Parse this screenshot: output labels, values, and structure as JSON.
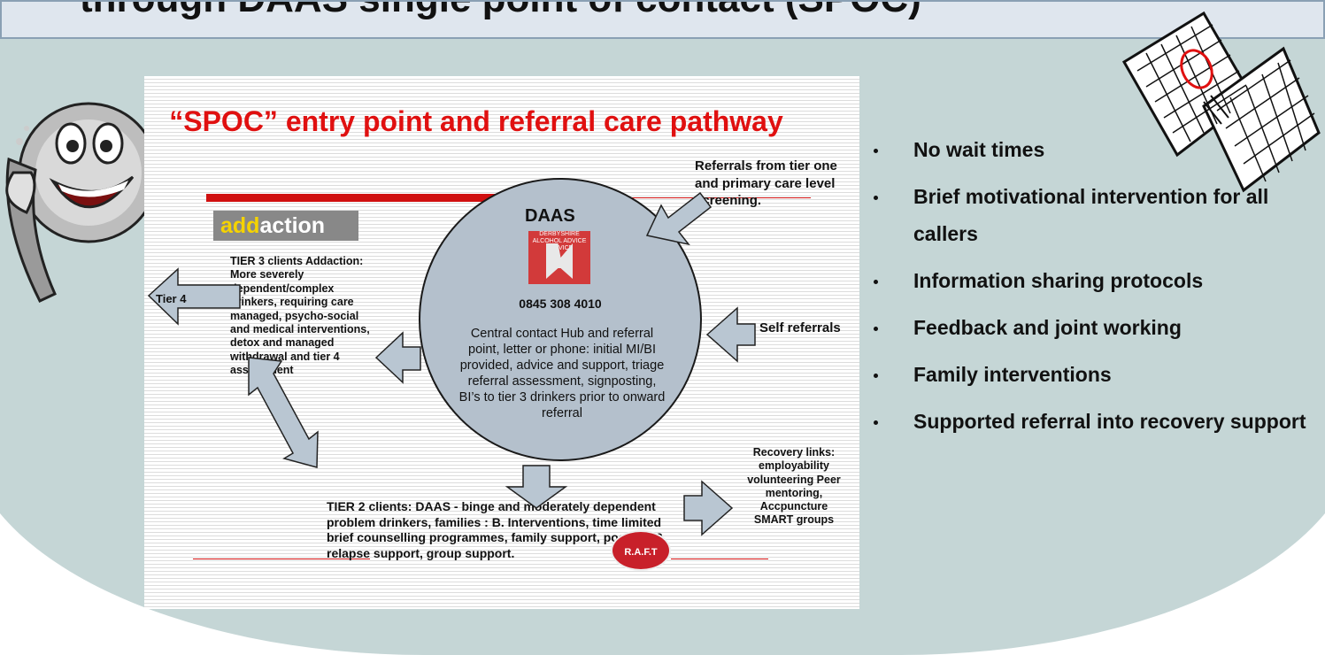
{
  "slide": {
    "title": "through DAAS single point of contact (SPOC)"
  },
  "diagram": {
    "title": "“SPOC” entry point and referral care pathway",
    "addaction_logo": {
      "part1": "add",
      "part2": "action"
    },
    "hub": {
      "name": "DAAS",
      "logo_text": "DERBYSHIRE ALCOHOL ADVICE SERVICE",
      "phone": "0845 308 4010",
      "description": "Central contact  Hub and referral point, letter or phone: initial MI/BI provided, advice and support, triage referral assessment, signposting, BI’s to  tier 3 drinkers prior to onward referral"
    },
    "tier4_label": "Tier 4",
    "tier3_text": "TIER 3 clients Addaction: More severely dependent/complex drinkers, requiring care managed, psycho-social  and medical interventions, detox and managed withdrawal  and tier 4 assessment",
    "tier2_text": "TIER 2 clients: DAAS - binge and moderately dependent problem drinkers, families : B. Interventions, time limited brief counselling programmes, family support, post tier 3  relapse support, group support.",
    "referrals_tier1": "Referrals from tier one and primary care level screening.",
    "self_referrals": "Self referrals",
    "recovery_links": "Recovery links: employability volunteering Peer mentoring, Accpuncture SMART groups",
    "raft_logo": "R.A.F.T"
  },
  "bullets": [
    "No wait times",
    "Brief  motivational intervention for all callers",
    "Information  sharing protocols",
    "Feedback and joint working",
    "Family interventions",
    "Supported referral into recovery support"
  ]
}
